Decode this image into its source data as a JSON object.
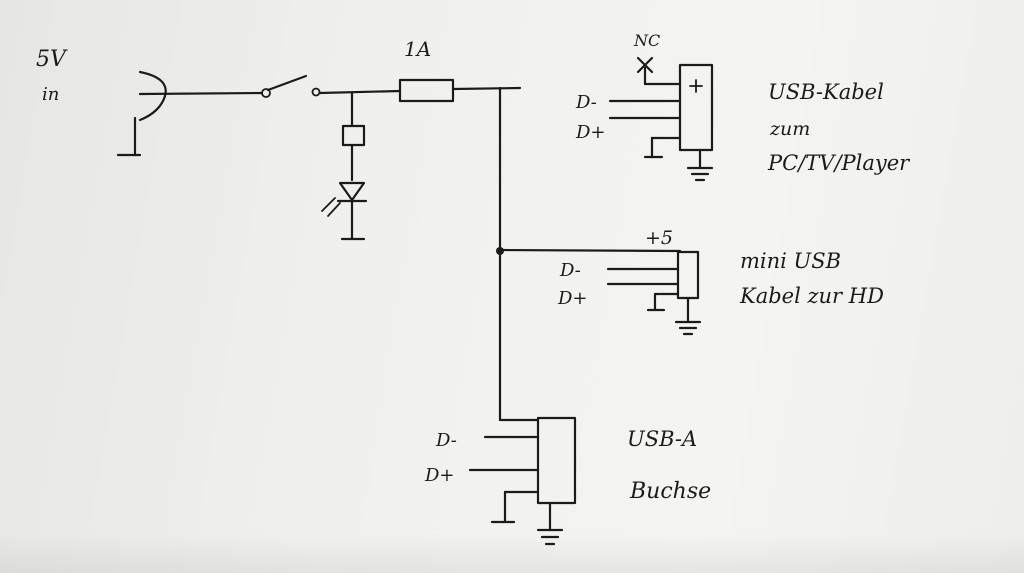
{
  "labels": {
    "input_voltage": "5V",
    "input_in": "in",
    "fuse_rating": "1A",
    "nc": "NC",
    "usb_cable_d_minus": "D-",
    "usb_cable_d_plus": "D+",
    "usb_cable_plus": "+",
    "usb_cable_line1": "USB-Kabel",
    "usb_cable_line2": "zum",
    "usb_cable_line3": "PC/TV/Player",
    "mini_plus5": "+5",
    "mini_d_minus": "D-",
    "mini_d_plus": "D+",
    "mini_line1": "mini USB",
    "mini_line2": "Kabel zur HD",
    "socket_d_minus": "D-",
    "socket_d_plus": "D+",
    "socket_line1": "USB-A",
    "socket_line2": "Buchse"
  },
  "colors": {
    "ink": "#1b1b1b",
    "paper": "#f0f0ee"
  }
}
